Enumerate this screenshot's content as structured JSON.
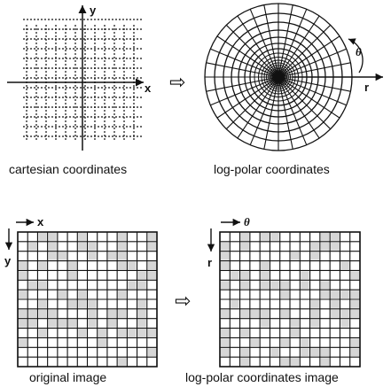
{
  "panels": {
    "cartesian": {
      "caption": "cartesian coordinates",
      "x_axis": "x",
      "y_axis": "y"
    },
    "log_polar": {
      "caption": "log-polar coordinates",
      "angle_axis": "θ",
      "radius_axis": "r"
    },
    "original_image": {
      "caption": "original image",
      "col_axis": "x",
      "row_axis": "y"
    },
    "log_polar_image": {
      "caption": "log-polar coordinates image",
      "col_axis": "θ",
      "row_axis": "r"
    }
  },
  "transform_arrow_icon": "hollow-right-arrow",
  "colors": {
    "ink": "#111111",
    "background": "#ffffff"
  }
}
